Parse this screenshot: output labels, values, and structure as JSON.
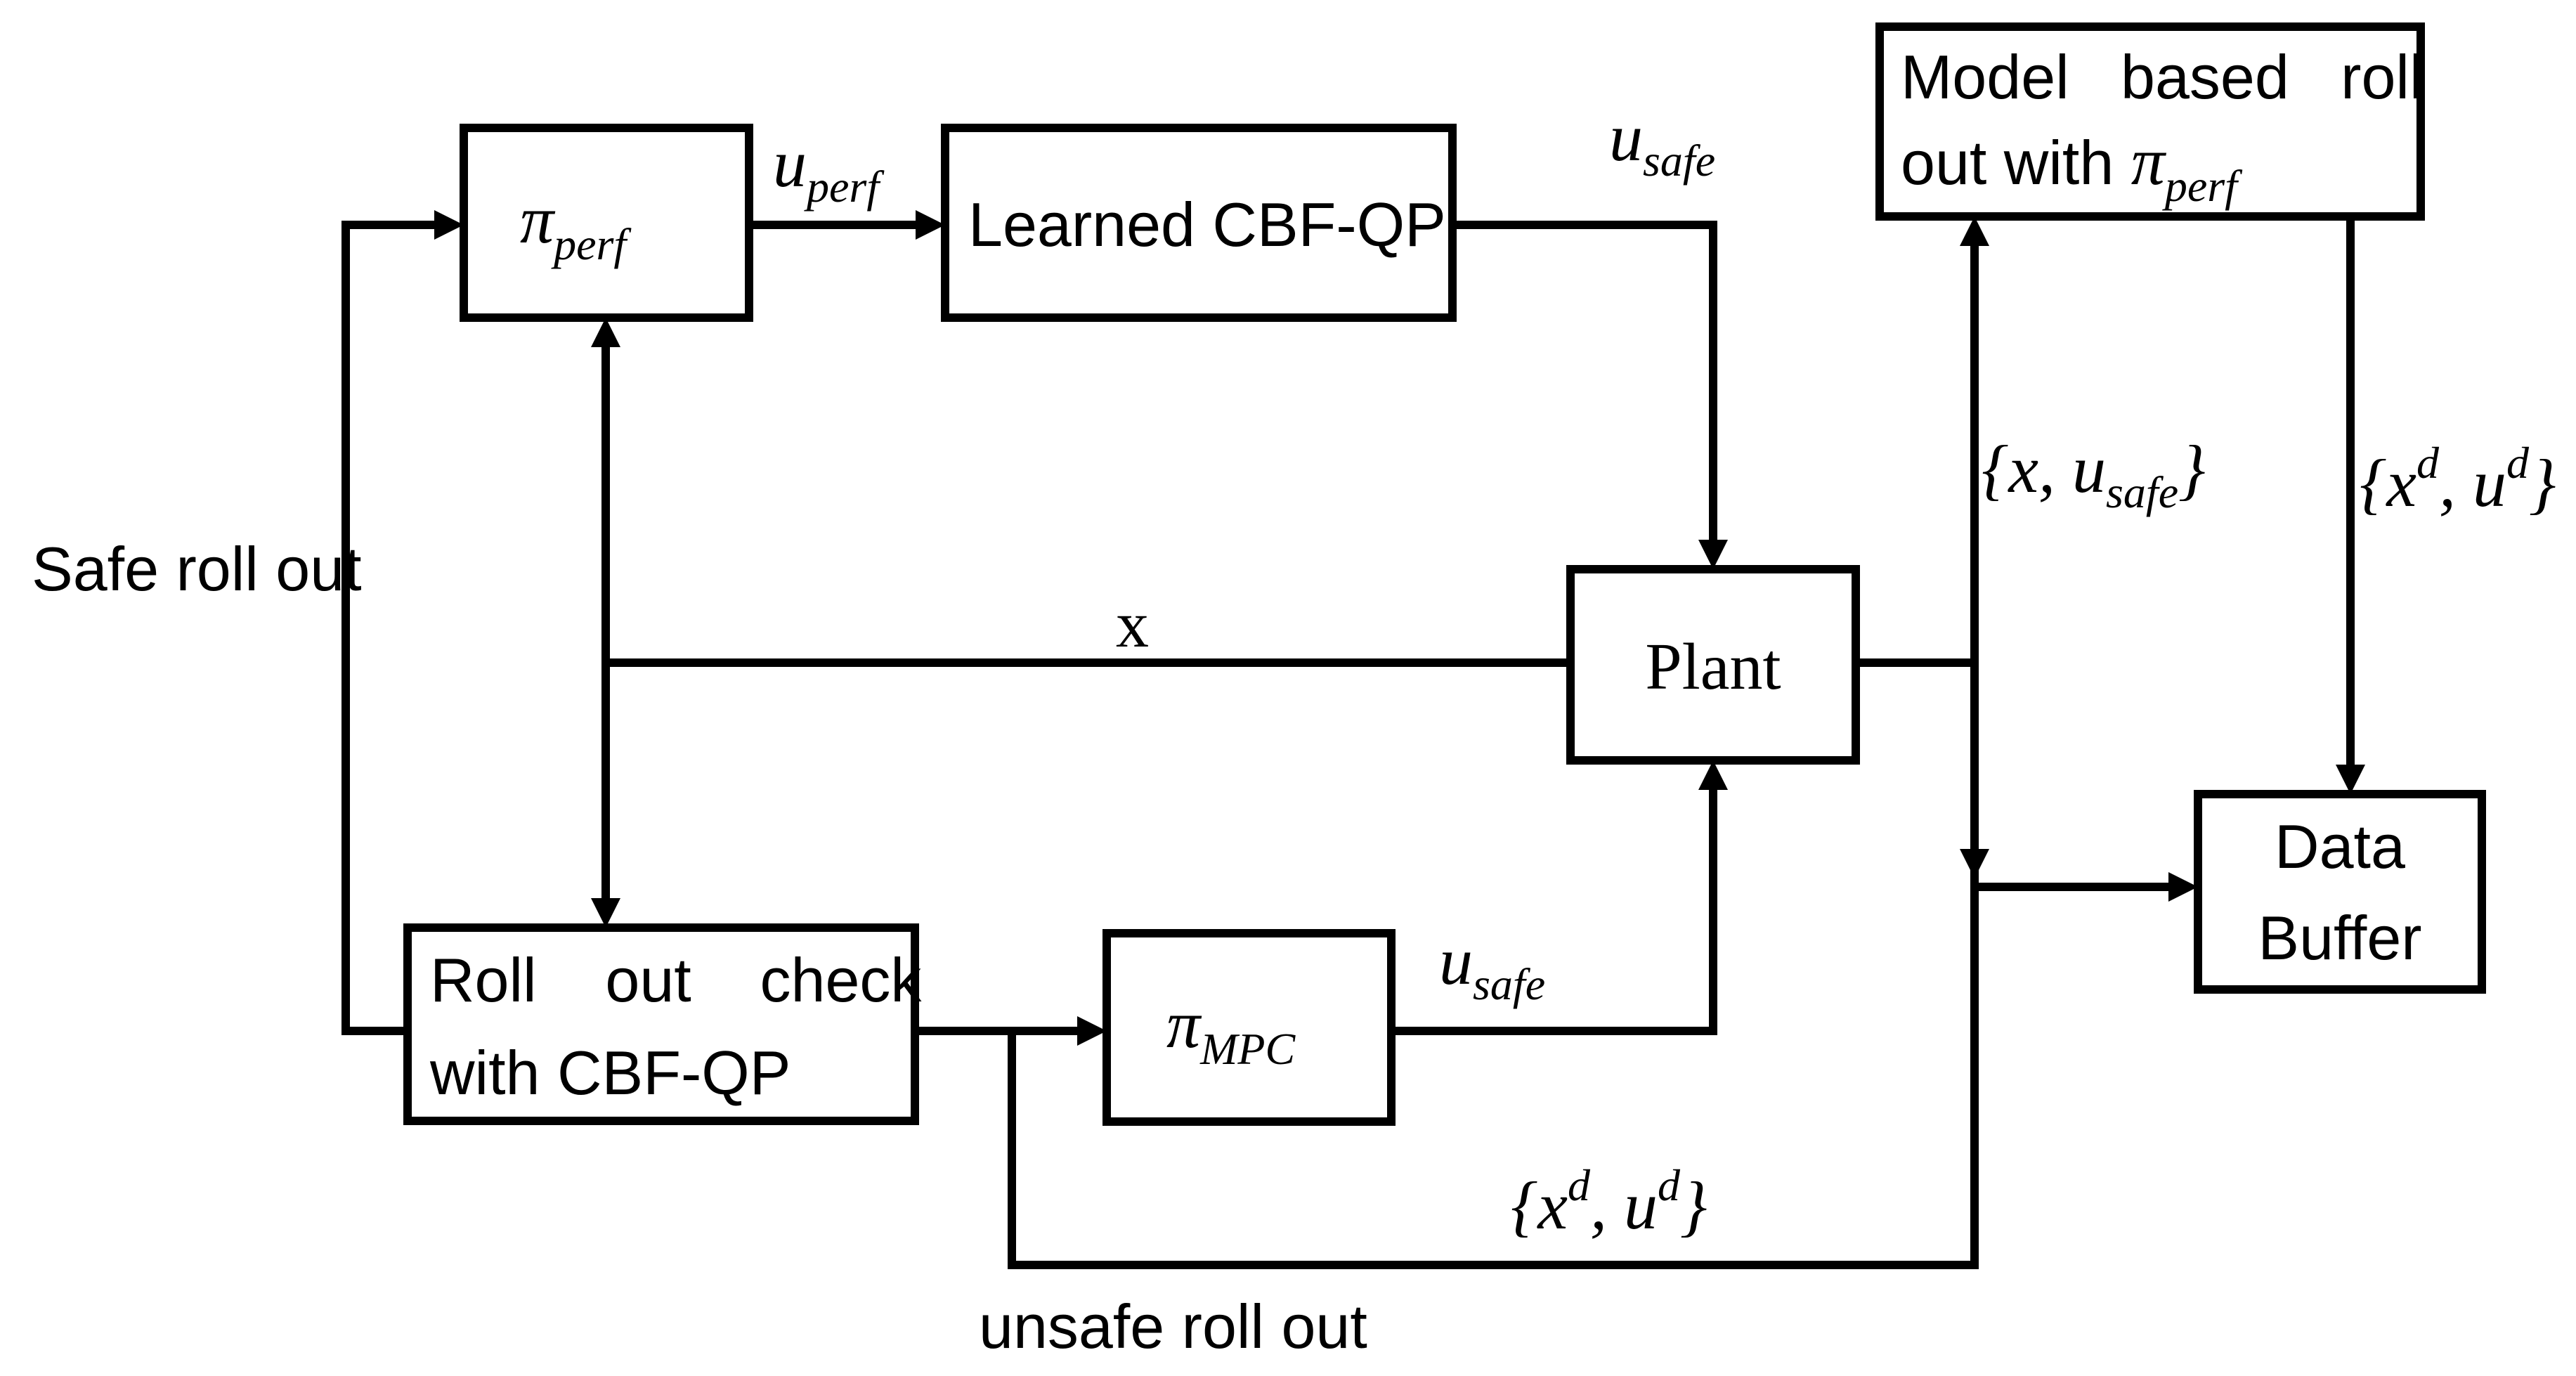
{
  "blocks": {
    "pi_perf": {
      "symbol": "π",
      "subscript": "perf"
    },
    "learned_cbf_qp": {
      "label": "Learned CBF-QP"
    },
    "model_based": {
      "line1": "Model   based   roll",
      "line2_prefix": "out with ",
      "symbol": "π",
      "subscript": "perf"
    },
    "plant": {
      "label": "Plant"
    },
    "data_buffer": {
      "line1": "Data",
      "line2": "Buffer"
    },
    "rollout_check": {
      "line1": "Roll    out    check",
      "line2": "with CBF-QP"
    },
    "pi_mpc": {
      "symbol": "π",
      "subscript": "MPC"
    }
  },
  "signals": {
    "u_perf": {
      "symbol": "u",
      "subscript": "perf"
    },
    "u_safe_top": {
      "symbol": "u",
      "subscript": "safe"
    },
    "u_safe_bottom": {
      "symbol": "u",
      "subscript": "safe"
    },
    "state_x": {
      "label": "x"
    },
    "plant_output": {
      "open": "{",
      "symbol": "x, u",
      "subscript": "safe",
      "close": "}"
    },
    "model_data": {
      "open": "{",
      "x": "x",
      "sup1": "d",
      "comma": ", u",
      "sup2": "d",
      "close": "}"
    },
    "mpc_data": {
      "open": "{",
      "x": "x",
      "sup1": "d",
      "comma": ", u",
      "sup2": "d",
      "close": "}"
    }
  },
  "annotations": {
    "safe_roll_out": "Safe roll out",
    "unsafe_roll_out": "unsafe roll out"
  }
}
